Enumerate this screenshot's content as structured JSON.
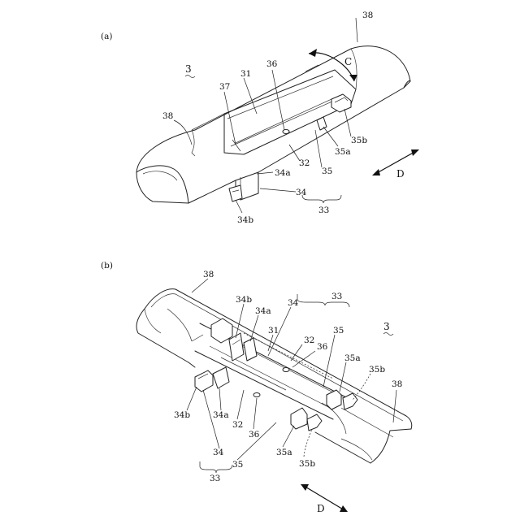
{
  "panels": {
    "a": {
      "panel_label": "(a)",
      "part_label": "3",
      "direction_label_rotation": "C",
      "direction_label_axis": "D",
      "labels": {
        "l38_top": "38",
        "l38_left": "38",
        "l37": "37",
        "l31": "31",
        "l36": "36",
        "l32": "32",
        "l34a": "34a",
        "l34": "34",
        "l34b": "34b",
        "l33": "33",
        "l35": "35",
        "l35a": "35a",
        "l35b": "35b"
      }
    },
    "b": {
      "panel_label": "(b)",
      "part_label": "3",
      "direction_label_axis": "D",
      "labels": {
        "l38_top": "38",
        "l38_right": "38",
        "l34b_top": "34b",
        "l34a_top": "34a",
        "l34_top": "34",
        "l33_top": "33",
        "l35_top": "35",
        "l31": "31",
        "l32_top": "32",
        "l36_top": "36",
        "l35a_right": "35a",
        "l35b_right": "35b",
        "l34b_left": "34b",
        "l34a_left": "34a",
        "l32_bottom": "32",
        "l36_bottom": "36",
        "l34_bottom": "34",
        "l35_bottom": "35",
        "l33_bottom": "33",
        "l35a_bottom": "35a",
        "l35b_bottom": "35b"
      }
    }
  }
}
